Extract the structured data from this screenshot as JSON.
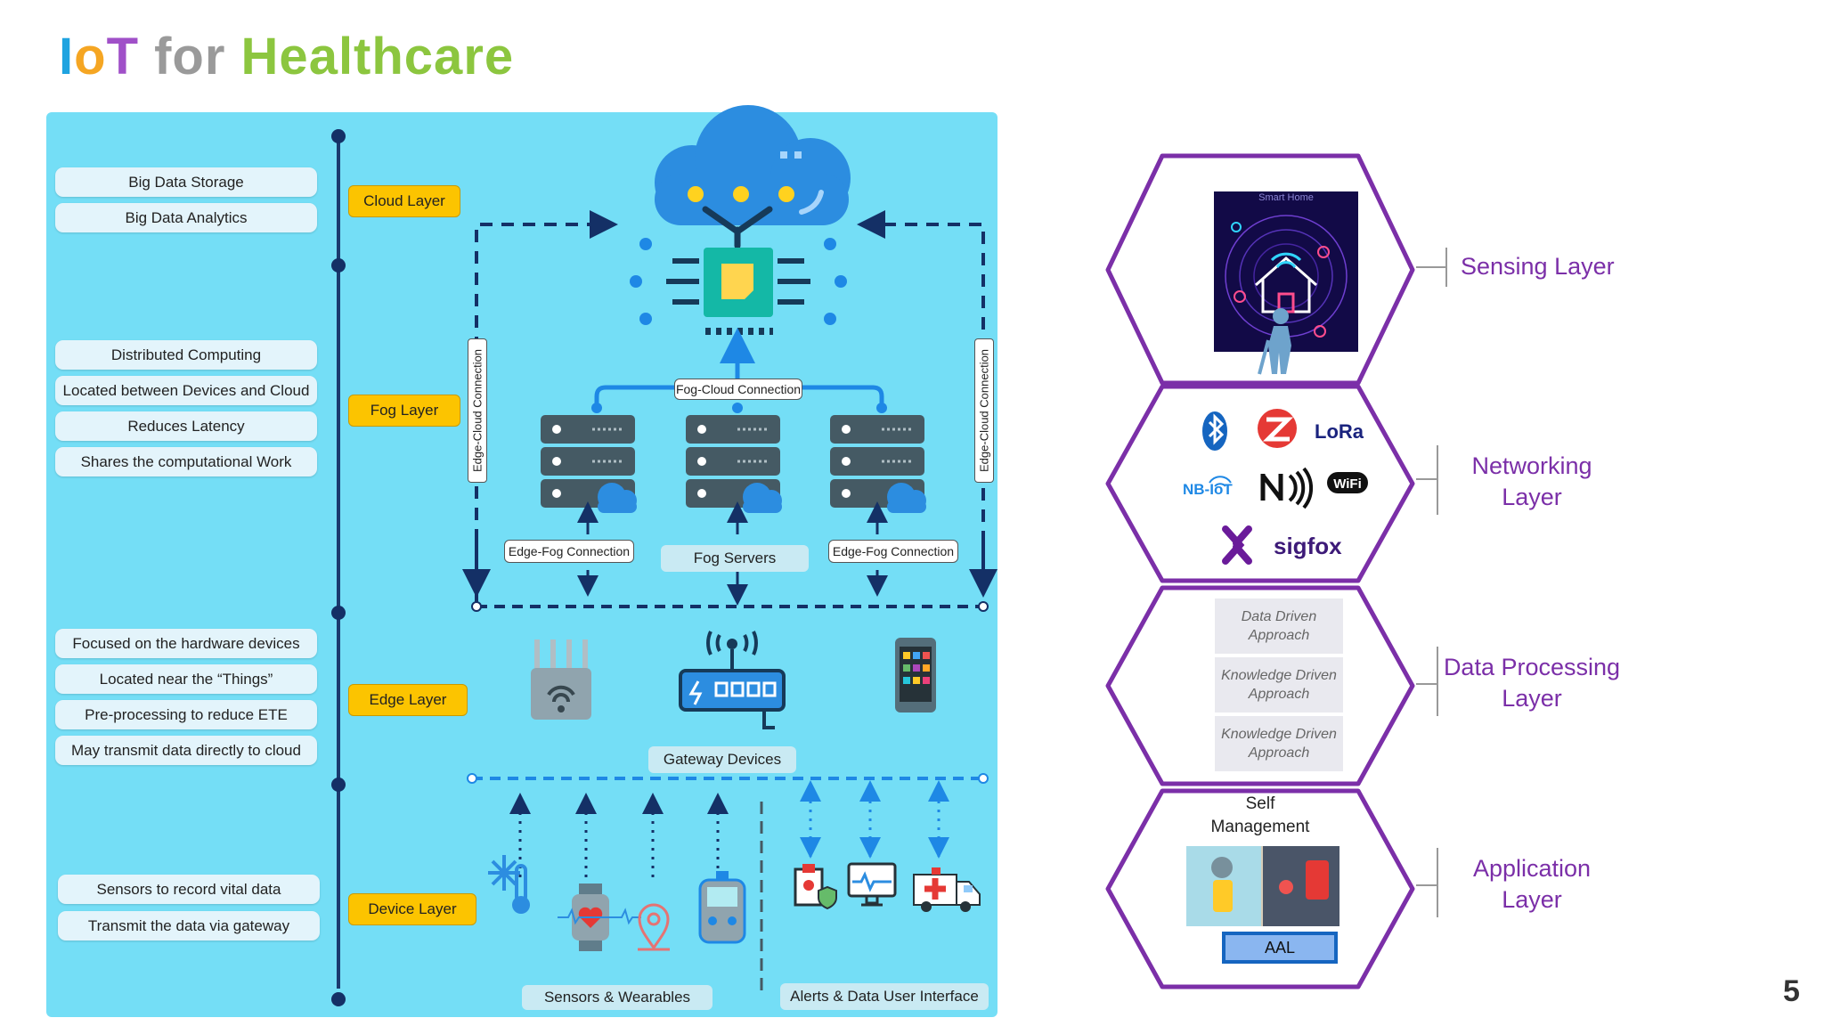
{
  "title": {
    "p1": "I",
    "p2": "o",
    "p3": "T",
    "p4": " for ",
    "p5": "Healthcare"
  },
  "left_items": {
    "cloud": [
      "Big Data Storage",
      "Big Data Analytics"
    ],
    "fog": [
      "Distributed Computing",
      "Located between Devices and Cloud",
      "Reduces Latency",
      "Shares the computational Work"
    ],
    "edge": [
      "Focused on the hardware devices",
      "Located near the “Things”",
      "Pre-processing to reduce ETE",
      "May transmit data directly to cloud"
    ],
    "device": [
      "Sensors to record vital data",
      "Transmit the data via gateway"
    ]
  },
  "layers": {
    "cloud": "Cloud Layer",
    "fog": "Fog Layer",
    "edge": "Edge Layer",
    "device": "Device Layer"
  },
  "labels": {
    "fog_cloud": "Fog-Cloud Connection",
    "edge_fog": "Edge-Fog Connection",
    "edge_cloud": "Edge-Cloud Connection",
    "fog_servers": "Fog Servers",
    "gateway_devices": "Gateway Devices",
    "sensors_wearables": "Sensors & Wearables",
    "alerts": "Alerts & Data User Interface"
  },
  "right": {
    "sensing": "Sensing Layer",
    "networking": [
      "Networking",
      "Layer"
    ],
    "processing": [
      "Data Processing",
      "Layer"
    ],
    "application": [
      "Application",
      "Layer"
    ],
    "smart_home": "Smart Home",
    "protocols": {
      "lora": "LoRa",
      "nbiot": "NB-IoT",
      "wifi": "WiFi",
      "sigfox": "sigfox"
    },
    "approaches": [
      [
        "Data Driven",
        "Approach"
      ],
      [
        "Knowledge Driven",
        "Approach"
      ],
      [
        "Knowledge Driven",
        "Approach"
      ]
    ],
    "self_mgmt": [
      "Self",
      "Management"
    ],
    "aal": "AAL"
  },
  "page_number": "5",
  "colors": {
    "panel": "#74def6",
    "layer": "#fcc400",
    "hex": "#7b2fa8",
    "line": "#1a3a6e"
  }
}
